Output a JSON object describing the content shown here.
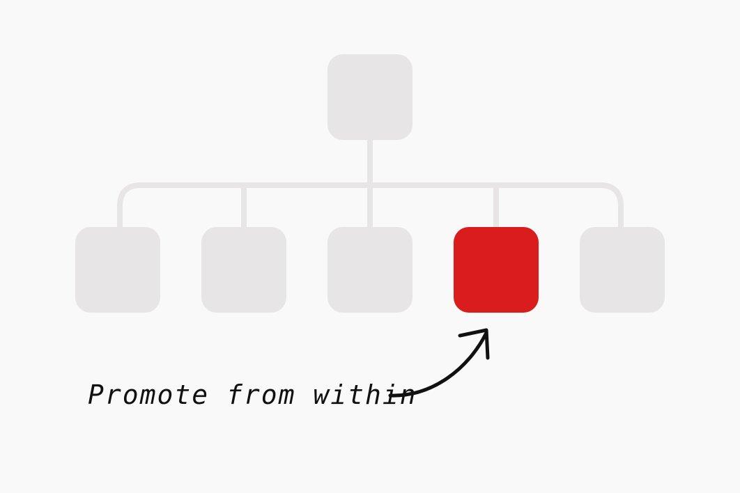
{
  "colors": {
    "background": "#F9F9F9",
    "node": "#E7E5E6",
    "connector": "#E7E5E6",
    "highlight": "#D91C1C",
    "annotation": "#111111"
  },
  "org_chart": {
    "root": {
      "id": "root",
      "highlighted": false
    },
    "children": [
      {
        "id": "child-1",
        "highlighted": false
      },
      {
        "id": "child-2",
        "highlighted": false
      },
      {
        "id": "child-3",
        "highlighted": false
      },
      {
        "id": "child-4",
        "highlighted": true
      },
      {
        "id": "child-5",
        "highlighted": false
      }
    ]
  },
  "annotation": {
    "text": "Promote from within",
    "target": "child-4",
    "icon": "curved-arrow-icon"
  }
}
